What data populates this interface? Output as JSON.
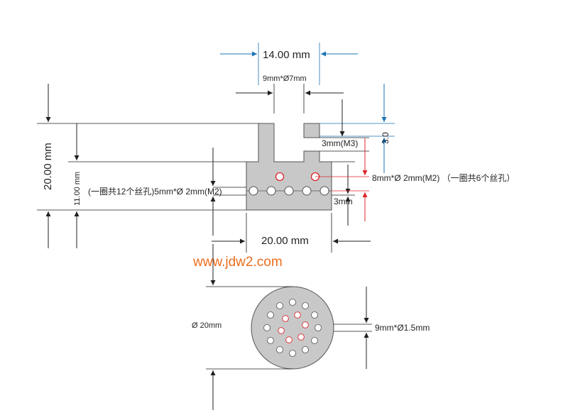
{
  "labels": {
    "top_width": "14.00 mm",
    "slot": "9mm*Ø7mm",
    "top_height": "3.0",
    "m3": "3mm(M3)",
    "m2_inner": "8mm*Ø  2mm(M2)  （一圈共6个丝孔）",
    "m2_outer": "(一圈共12个丝孔)5mm*Ø 2mm(M2)",
    "side_3mm": "3mm",
    "left_height": "20.00 mm",
    "left_height_inner": "11.00 mm",
    "bottom_width": "20.00 mm",
    "website": "www.jdw2.com",
    "diameter": "Ø 20mm",
    "thread": "9mm*Ø1.5mm"
  },
  "colors": {
    "body": "#c8c8c8",
    "blue": "#1a73b4",
    "red": "#e0242c",
    "orange": "#ec6d1d",
    "ink": "#231f20"
  }
}
